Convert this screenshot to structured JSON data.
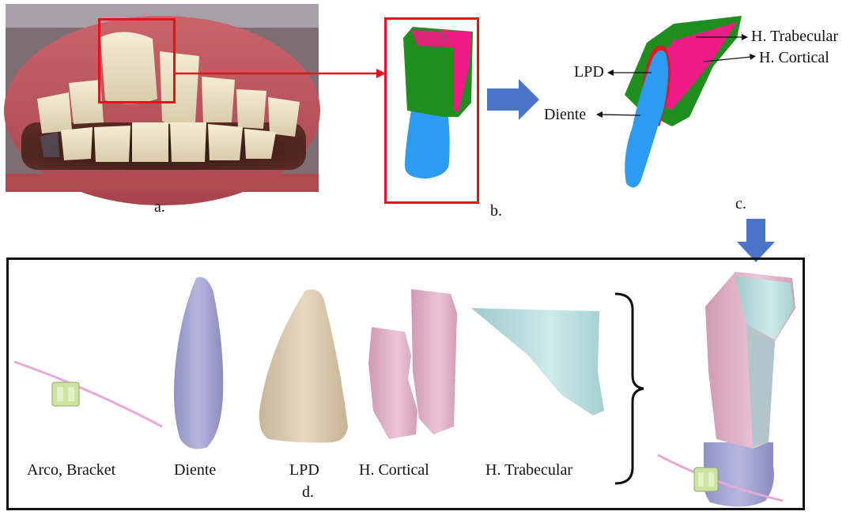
{
  "panels": {
    "a": "a.",
    "b": "b.",
    "c": "c.",
    "d": "d."
  },
  "callouts_c": {
    "trabecular": "H. Trabecular",
    "cortical": "H. Cortical",
    "lpd": "LPD",
    "diente": "Diente"
  },
  "components": {
    "arco_bracket": "Arco, Bracket",
    "diente": "Diente",
    "lpd": "LPD",
    "cortical": "H. Cortical",
    "trabecular": "H. Trabecular"
  },
  "colors": {
    "highlight_box": "#e8101a",
    "flow_arrow": "#4a74c8",
    "tooth_blue": "#2b9cf0",
    "cortical_green": "#1e8f1e",
    "trabecular_magenta": "#ef1b86",
    "pdl_red": "#d81e2c",
    "tooth_lavender": "#a8a9d6",
    "pdl_beige": "#dccbb0",
    "cortical_pink": "#e8b9cc",
    "trabecular_cyan": "#bfe3e3"
  }
}
